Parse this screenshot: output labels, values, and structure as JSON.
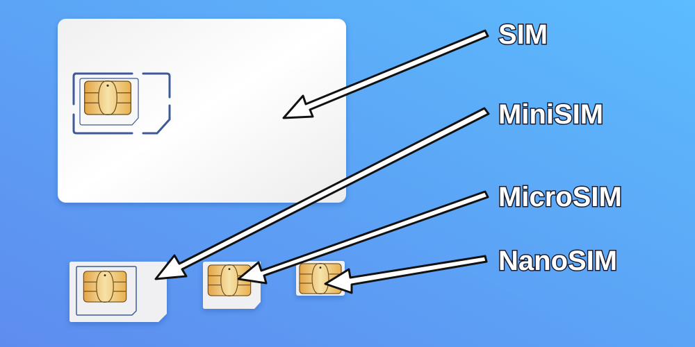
{
  "labels": {
    "sim": "SIM",
    "mini_sim": "MiniSIM",
    "micro_sim": "MicroSIM",
    "nano_sim": "NanoSIM"
  },
  "colors": {
    "background_top": "#5cbafc",
    "background_bottom": "#5c8ef0",
    "card": "#f2f2f2",
    "outline": "#3d5a96",
    "chip": "#e9b04f"
  }
}
